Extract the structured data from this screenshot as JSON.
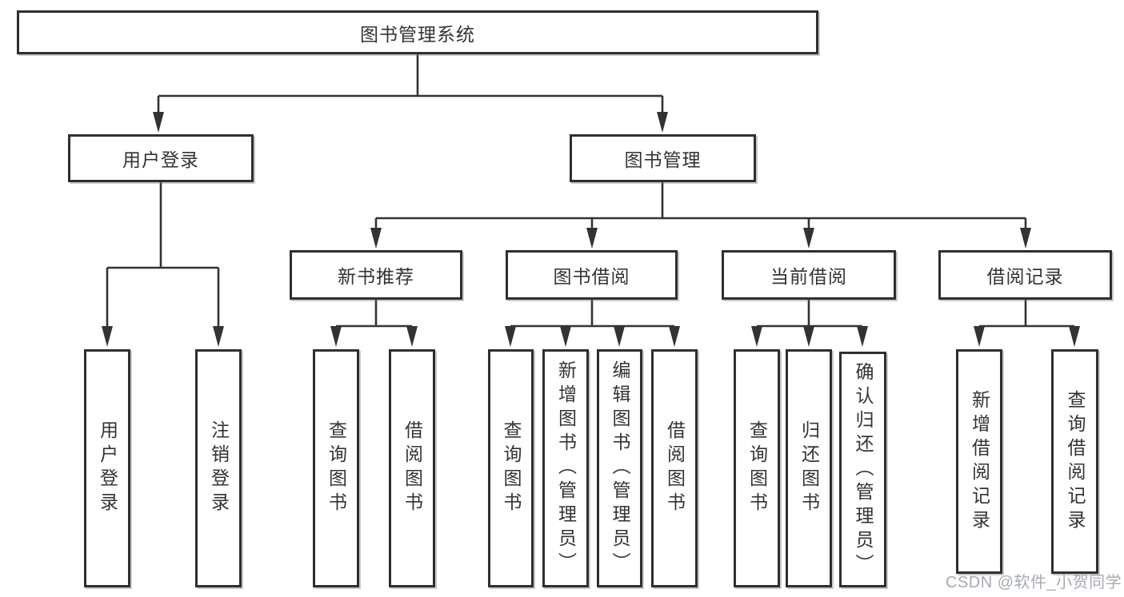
{
  "diagram": {
    "title_note": "library management system feature tree",
    "root": {
      "label": "图书管理系统"
    },
    "level2": {
      "user_login": {
        "label": "用户登录"
      },
      "book_management": {
        "label": "图书管理"
      }
    },
    "level3": {
      "new_book_recommend": {
        "label": "新书推荐"
      },
      "book_borrowing": {
        "label": "图书借阅"
      },
      "current_borrowing": {
        "label": "当前借阅"
      },
      "borrowing_records": {
        "label": "借阅记录"
      }
    },
    "leaves": {
      "user_login": {
        "label": "用户登录"
      },
      "logout": {
        "label": "注销登录"
      },
      "query_books_recommend": {
        "label": "查询图书"
      },
      "borrow_books_recommend": {
        "label": "借阅图书"
      },
      "query_books_borrowing": {
        "label": "查询图书"
      },
      "add_book_admin": {
        "label": "新增图书（管理员）"
      },
      "edit_book_admin": {
        "label": "编辑图书（管理员）"
      },
      "borrow_books_borrowing": {
        "label": "借阅图书"
      },
      "query_books_current": {
        "label": "查询图书"
      },
      "return_books": {
        "label": "归还图书"
      },
      "confirm_return_admin": {
        "label": "确认归还（管理员）"
      },
      "add_borrow_record": {
        "label": "新增借阅记录"
      },
      "query_borrow_record": {
        "label": "查询借阅记录"
      }
    }
  },
  "watermark": {
    "text": "CSDN @软件_小贺同学"
  },
  "colors": {
    "line": "#333333",
    "box_border": "#2f2f2f",
    "text": "#333333",
    "watermark": "#a6abb1",
    "background": "#ffffff"
  }
}
